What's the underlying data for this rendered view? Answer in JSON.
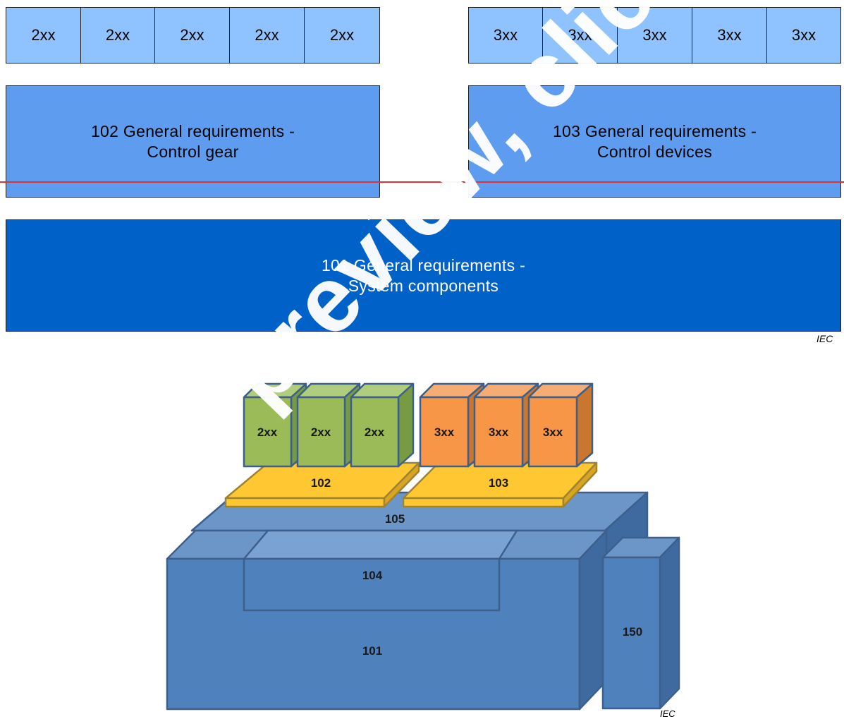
{
  "top_diagram": {
    "row_2xx": [
      "2xx",
      "2xx",
      "2xx",
      "2xx",
      "2xx"
    ],
    "row_3xx": [
      "3xx",
      "3xx",
      "3xx",
      "3xx",
      "3xx"
    ],
    "box_102": {
      "line1": "102 General requirements -",
      "line2": "Control gear"
    },
    "box_103": {
      "line1": "103 General requirements -",
      "line2": "Control devices"
    },
    "box_101": {
      "line1": "101 General requirements -",
      "line2": "System components"
    },
    "iec_label": "IEC"
  },
  "bottom_diagram": {
    "green_blocks": [
      "2xx",
      "2xx",
      "2xx"
    ],
    "orange_blocks": [
      "3xx",
      "3xx",
      "3xx"
    ],
    "platform_102": "102",
    "platform_103": "103",
    "layer_105": "105",
    "layer_104": "104",
    "base_101": "101",
    "side_150": "150",
    "iec_label": "IEC"
  },
  "watermark": "ntly in preview, click",
  "colors": {
    "cell_light_blue": "#8fc3ff",
    "box_mid_blue": "#5e9cf0",
    "box_dark_blue": "#0062c9",
    "green": "#9bbb59",
    "orange": "#f79646",
    "yellow": "#ffc832",
    "steel_blue": "#4f81bd",
    "red_line": "#e53030"
  }
}
